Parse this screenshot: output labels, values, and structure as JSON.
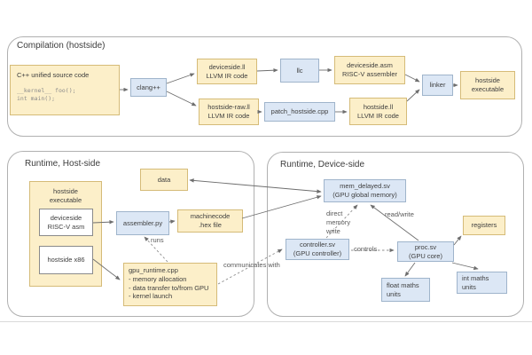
{
  "containers": {
    "compilation": {
      "title": "Compilation (hostside)"
    },
    "runtime_host": {
      "title": "Runtime, Host-side"
    },
    "runtime_device": {
      "title": "Runtime, Device-side"
    }
  },
  "boxes": {
    "cpp_source": {
      "title": "C++ unified source code",
      "code": "__kernel__ foo();\nint main();"
    },
    "clang": {
      "label": "clang++"
    },
    "deviceside_ll": {
      "label": "deviceside.ll\nLLVM IR code"
    },
    "hostside_raw_ll": {
      "label": "hostside-raw.ll\nLLVM IR code"
    },
    "llc": {
      "label": "llc"
    },
    "deviceside_asm": {
      "label": "deviceside.asm\nRISC-V assembler"
    },
    "patch_hostside": {
      "label": "patch_hostside.cpp"
    },
    "hostside_ll": {
      "label": "hostside.ll\nLLVM IR code"
    },
    "linker": {
      "label": "linker"
    },
    "hostside_executable_top": {
      "label": "hostside\nexecutable"
    },
    "data": {
      "label": "data"
    },
    "hostside_executable_group": {
      "label": "hostside\nexecutable"
    },
    "deviceside_riscv_asm": {
      "label": "deviceside\nRISC-V asm"
    },
    "hostside_x86": {
      "label": "hostside x86"
    },
    "assembler_py": {
      "label": "assembler.py"
    },
    "machinecode_hex": {
      "label": "machinecode\n.hex file"
    },
    "gpu_runtime": {
      "label": "gpu_runtime.cpp\n- memory allocation\n- data transfer to/from GPU\n- kernel launch"
    },
    "mem_delayed": {
      "label": "mem_delayed.sv\n(GPU global memory)"
    },
    "registers": {
      "label": "registers"
    },
    "controller": {
      "label": "controller.sv\n(GPU controller)"
    },
    "proc": {
      "label": "proc.sv\n(GPU core)"
    },
    "float_maths": {
      "label": "float maths\nunits"
    },
    "int_maths": {
      "label": "int maths\nunits"
    }
  },
  "edge_labels": {
    "runs": "runs",
    "communicates_with": "communicates with",
    "direct_memory_write": "direct\nmemory\nwrite",
    "read_write": "read/write",
    "controls": "controls"
  },
  "colors": {
    "yellow_fill": "#fcefc9",
    "yellow_border": "#d5bb78",
    "blue_fill": "#dce7f5",
    "blue_border": "#9fb4cb",
    "container_border": "#b0b0b0",
    "arrow": "#6e6e6e",
    "edge_label_text": "#595959",
    "box_text": "#3e3e3e"
  }
}
